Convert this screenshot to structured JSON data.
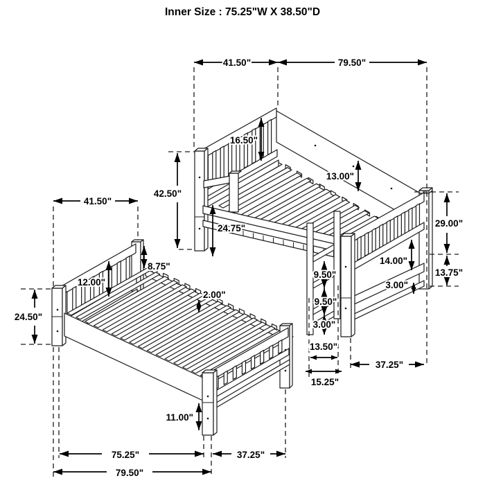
{
  "title": "Inner Size : 75.25\"W X  38.50\"D",
  "colors": {
    "line": "#1a1a1a",
    "dimension": "#000000",
    "background": "#ffffff"
  },
  "dimensions": {
    "upper_bed_width": "41.50\"",
    "upper_bed_length": "79.50\"",
    "guardrail_height": "16.50\"",
    "upper_post_height": "42.50\"",
    "under_upper_clearance": "24.75\"",
    "side_rail_height": "13.00\"",
    "foot_upper_height": "29.00\"",
    "foot_lower_height": "13.75\"",
    "foot_gap_height": "14.00\"",
    "foot_board_height": "3.00\"",
    "ladder_step_1": "9.50\"",
    "ladder_step_2": "9.50\"",
    "ladder_step_3": "3.00\"",
    "ladder_width_inner": "13.50\"",
    "ladder_width_outer": "15.25\"",
    "foot_depth": "37.25\"",
    "lower_bed_width": "41.50\"",
    "lower_post_height": "24.50\"",
    "headboard_panel_height": "12.00\"",
    "headboard_above_deck": "8.75\"",
    "slat_rail_thickness": "2.00\"",
    "under_bed_clearance": "11.00\"",
    "slat_length": "75.25\"",
    "bed_depth": "37.25\"",
    "overall_length": "79.50\""
  }
}
